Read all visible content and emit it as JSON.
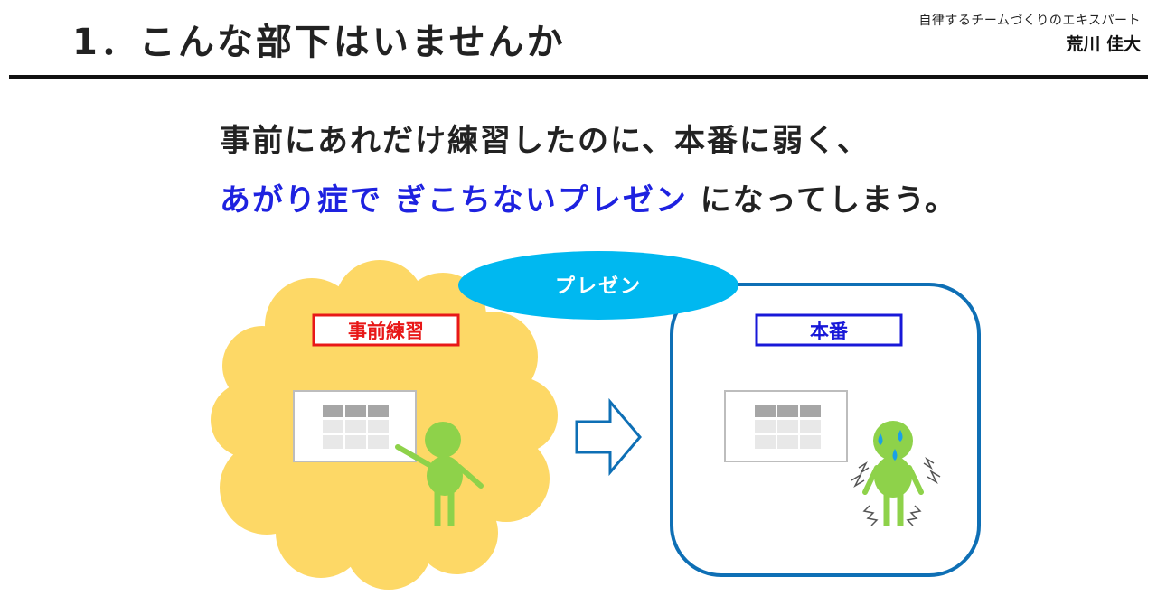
{
  "header": {
    "title": "1．こんな部下はいませんか",
    "brand_tagline": "自律するチームづくりのエキスパート",
    "brand_name": "荒川 佳大"
  },
  "lead": {
    "line1": "事前にあれだけ練習したのに、本番に弱く、",
    "line2_emphasis": "あがり症で ぎこちないプレゼン",
    "line2_rest": " になってしまう。"
  },
  "diagram": {
    "bubble_label": "プレゼン",
    "practice_label": "事前練習",
    "live_label": "本番",
    "colors": {
      "cloud": "#fdd866",
      "bubble": "#00b8f0",
      "live_frame": "#0e6fb5",
      "practice_label_border": "#e81818",
      "live_label_border": "#1818d8",
      "figure": "#8ed24a",
      "arrow": "#0e6fb5",
      "sweat": "#1aa0e8"
    }
  }
}
